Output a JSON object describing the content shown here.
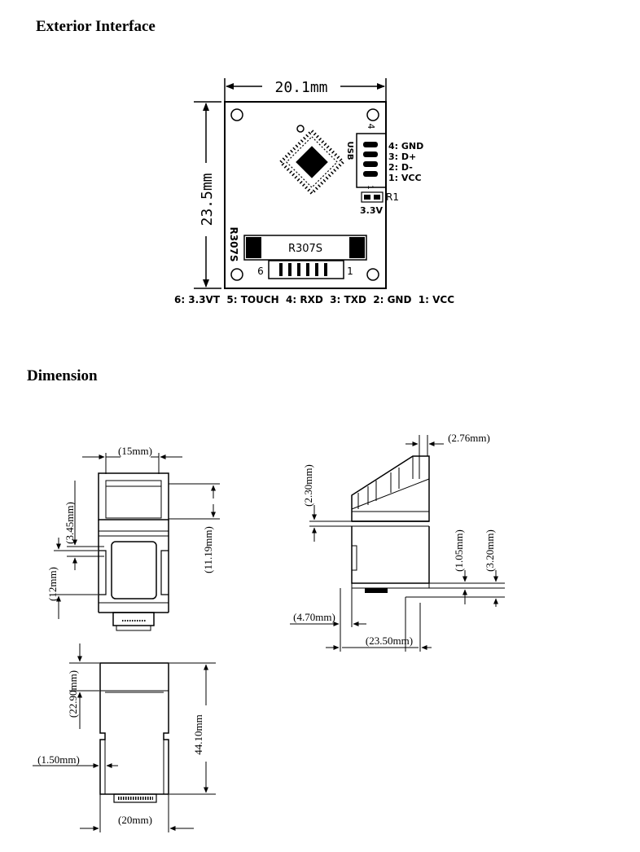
{
  "headings": {
    "exterior": "Exterior Interface",
    "dimension": "Dimension"
  },
  "board": {
    "width_label": "20.1mm",
    "height_label": "23.5mm",
    "model_side": "R307S",
    "model_center": "R307S",
    "usb_label": "USB",
    "usb_pin_top": "4",
    "usb_pin_bottom": "1",
    "usb_pins": [
      "4: GND",
      "3: D+",
      "2: D-",
      "1: VCC"
    ],
    "r1_label": "R1",
    "jumper_label": "3.3V",
    "conn_left": "6",
    "conn_right": "1",
    "bottom_pins": "6: 3.3VT  5: TOUCH  4: RXD  3: TXD  2: GND  1: VCC"
  },
  "front_view": {
    "top_width": "(15mm)",
    "upper_gap": "(3.45mm)",
    "upper_height": "(11.19mm)",
    "left_height": "(12mm)"
  },
  "side_view": {
    "top_offset": "(2.76mm)",
    "step_height": "(2.30mm)",
    "right_small": "(1.05mm)",
    "right_large": "(3.20mm)",
    "bottom_left": "(4.70mm)",
    "bottom_width": "(23.50mm)"
  },
  "bottom_view": {
    "upper_height": "(22.90mm)",
    "total_height": "44.10mm",
    "notch": "(1.50mm)",
    "bottom_width": "(20mm)"
  }
}
